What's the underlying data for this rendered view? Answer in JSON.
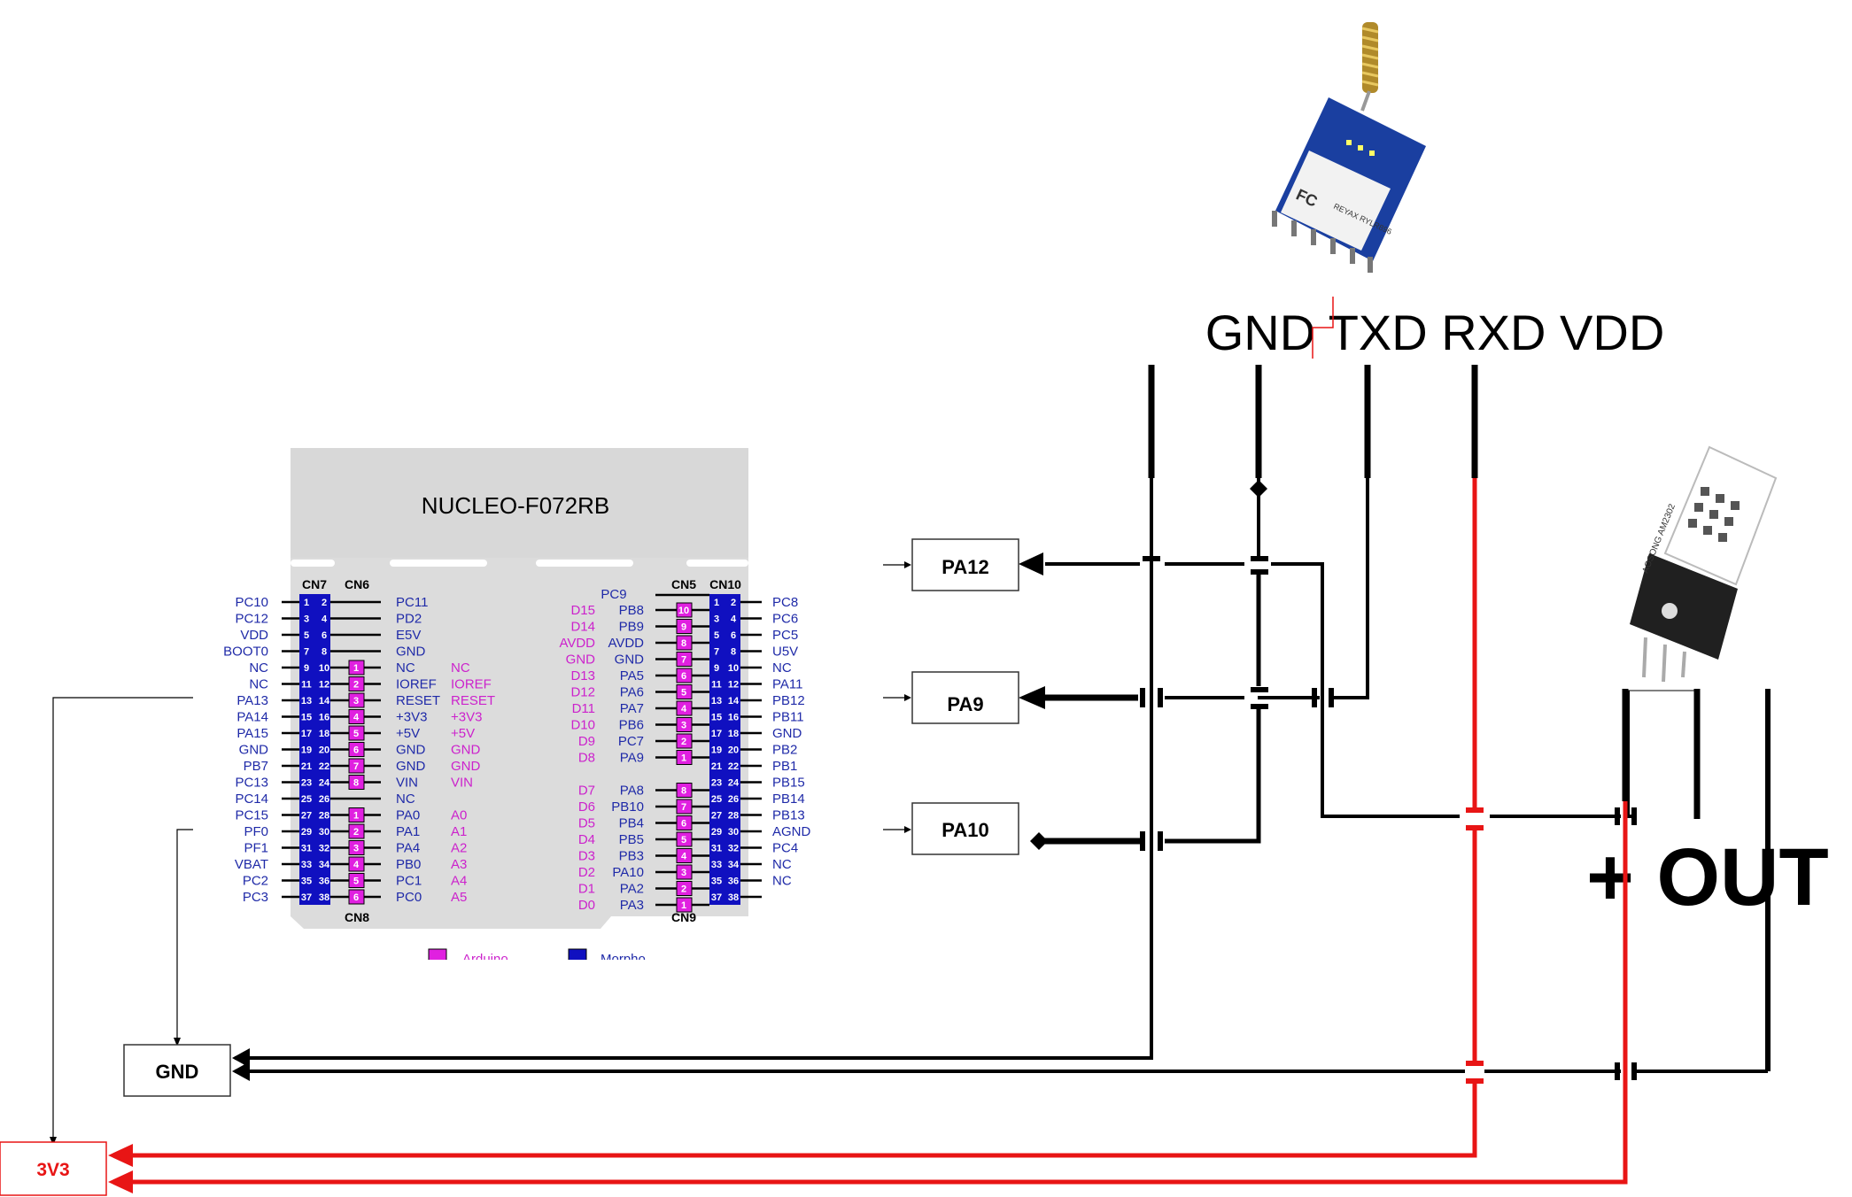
{
  "board": {
    "title": "NUCLEO-F072RB",
    "cn7_label": "CN7",
    "cn6_label": "CN6",
    "cn8_label": "CN8",
    "cn5_label": "CN5",
    "cn10_label": "CN10",
    "cn9_label": "CN9",
    "legend_arduino": "Arduino",
    "legend_morpho": "Morpho",
    "left_outer": [
      "PC10",
      "PC12",
      "VDD",
      "BOOT0",
      "NC",
      "NC",
      "PA13",
      "PA14",
      "PA15",
      "GND",
      "PB7",
      "PC13",
      "PC14",
      "PC15",
      "PF0",
      "PF1",
      "VBAT",
      "PC2",
      "PC3"
    ],
    "cn7_nums": [
      [
        "1",
        "2"
      ],
      [
        "3",
        "4"
      ],
      [
        "5",
        "6"
      ],
      [
        "7",
        "8"
      ],
      [
        "9",
        "10"
      ],
      [
        "11",
        "12"
      ],
      [
        "13",
        "14"
      ],
      [
        "15",
        "16"
      ],
      [
        "17",
        "18"
      ],
      [
        "19",
        "20"
      ],
      [
        "21",
        "22"
      ],
      [
        "23",
        "24"
      ],
      [
        "25",
        "26"
      ],
      [
        "27",
        "28"
      ],
      [
        "29",
        "30"
      ],
      [
        "31",
        "32"
      ],
      [
        "33",
        "34"
      ],
      [
        "35",
        "36"
      ],
      [
        "37",
        "38"
      ]
    ],
    "cn6_nums": [
      "1",
      "2",
      "3",
      "4",
      "5",
      "6",
      "7",
      "8"
    ],
    "cn8_nums": [
      "1",
      "2",
      "3",
      "4",
      "5",
      "6"
    ],
    "left_inner": [
      "PC11",
      "PD2",
      "E5V",
      "GND",
      "NC",
      "IOREF",
      "RESET",
      "+3V3",
      "+5V",
      "GND",
      "GND",
      "VIN",
      "NC",
      "PA0",
      "PA1",
      "PA4",
      "PB0",
      "PC1",
      "PC0"
    ],
    "left_arduino": [
      "",
      "",
      "",
      "",
      "NC",
      "IOREF",
      "RESET",
      "+3V3",
      "+5V",
      "GND",
      "GND",
      "VIN",
      "",
      "A0",
      "A1",
      "A2",
      "A3",
      "A4",
      "A5"
    ],
    "right_top_pin": "PC9",
    "right_inner": [
      "PB8",
      "PB9",
      "AVDD",
      "GND",
      "PA5",
      "PA6",
      "PA7",
      "PB6",
      "PC7",
      "PA9",
      "PA8",
      "PB10",
      "PB4",
      "PB5",
      "PB3",
      "PA10",
      "PA2",
      "PA3"
    ],
    "right_arduino": [
      "D15",
      "D14",
      "AVDD",
      "GND",
      "D13",
      "D12",
      "D11",
      "D10",
      "D9",
      "D8",
      "D7",
      "D6",
      "D5",
      "D4",
      "D3",
      "D2",
      "D1",
      "D0"
    ],
    "cn5_nums": [
      "10",
      "9",
      "8",
      "7",
      "6",
      "5",
      "4",
      "3",
      "2",
      "1"
    ],
    "cn9_nums": [
      "8",
      "7",
      "6",
      "5",
      "4",
      "3",
      "2",
      "1"
    ],
    "cn10_nums": [
      [
        "1",
        "2"
      ],
      [
        "3",
        "4"
      ],
      [
        "5",
        "6"
      ],
      [
        "7",
        "8"
      ],
      [
        "9",
        "10"
      ],
      [
        "11",
        "12"
      ],
      [
        "13",
        "14"
      ],
      [
        "15",
        "16"
      ],
      [
        "17",
        "18"
      ],
      [
        "19",
        "20"
      ],
      [
        "21",
        "22"
      ],
      [
        "23",
        "24"
      ],
      [
        "25",
        "26"
      ],
      [
        "27",
        "28"
      ],
      [
        "29",
        "30"
      ],
      [
        "31",
        "32"
      ],
      [
        "33",
        "34"
      ],
      [
        "35",
        "36"
      ],
      [
        "37",
        "38"
      ]
    ],
    "right_outer": [
      "PC8",
      "PC6",
      "PC5",
      "U5V",
      "NC",
      "PA11",
      "PB12",
      "PB11",
      "GND",
      "PB2",
      "PB1",
      "PB15",
      "PB14",
      "PB13",
      "AGND",
      "PC4",
      "NC",
      "NC"
    ]
  },
  "radio_module": {
    "pins_label": "GND TXD RXD VDD",
    "board_text": "REYAX RYLR896"
  },
  "sensor": {
    "pins_label": "+ OUT -",
    "board_text": "AOSONG AM2302"
  },
  "signal_boxes": {
    "pa12": "PA12",
    "pa9": "PA9",
    "pa10": "PA10",
    "gnd": "GND",
    "v3v3": "3V3"
  },
  "colors": {
    "wire": "#000000",
    "power_wire": "#e81515",
    "morpho": "#1010c0",
    "arduino": "#e020e0",
    "board_bg": "#dcdcdc"
  }
}
